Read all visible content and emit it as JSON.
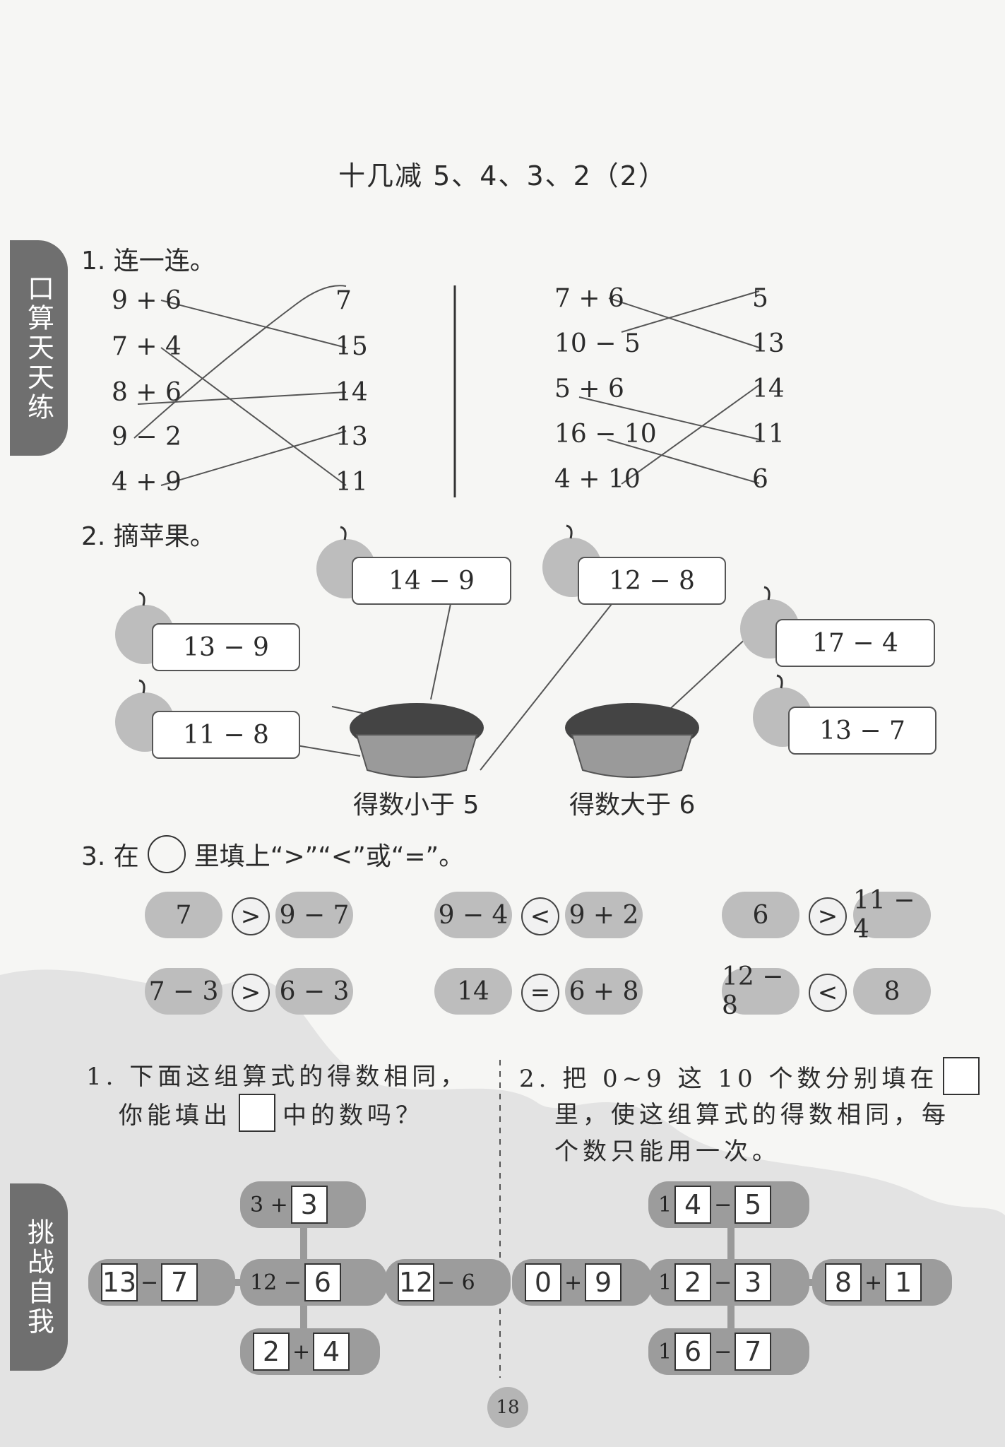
{
  "title": "十几减 5、4、3、2（2）",
  "side_tabs": [
    "口算天天练",
    "挑战自我"
  ],
  "q1": {
    "heading": "1. 连一连。",
    "left_exprs": [
      "9 + 6",
      "7 + 4",
      "8 + 6",
      "9 − 2",
      "4 + 9"
    ],
    "left_answers": [
      "7",
      "15",
      "14",
      "13",
      "11"
    ],
    "right_exprs": [
      "7 + 6",
      "10 − 5",
      "5 + 6",
      "16 − 10",
      "4 + 10"
    ],
    "right_answers": [
      "5",
      "13",
      "14",
      "11",
      "6"
    ]
  },
  "q2": {
    "heading": "2. 摘苹果。",
    "apples": [
      "14 − 9",
      "12 − 8",
      "13 − 9",
      "11 − 8",
      "17 − 4",
      "13 − 7"
    ],
    "baskets": [
      "得数小于 5",
      "得数大于 6"
    ]
  },
  "q3": {
    "heading_pre": "3. 在",
    "heading_post": "里填上“>”“<”或“=”。",
    "rows": [
      [
        {
          "left": "7",
          "sign": ">",
          "right": "9 − 7"
        },
        {
          "left": "9 − 4",
          "sign": "<",
          "right": "9 + 2"
        },
        {
          "left": "6",
          "sign": ">",
          "right": "11 − 4"
        }
      ],
      [
        {
          "left": "7 − 3",
          "sign": ">",
          "right": "6 − 3"
        },
        {
          "left": "14",
          "sign": "=",
          "right": "6 + 8"
        },
        {
          "left": "12 − 8",
          "sign": "<",
          "right": "8"
        }
      ]
    ]
  },
  "challenge1": {
    "line1": "1. 下面这组算式的得数相同，",
    "line2_pre": "你能填出",
    "line2_post": "中的数吗？",
    "puzzle": {
      "top": {
        "prefix": "3 +",
        "boxes": [
          "3"
        ]
      },
      "left": {
        "boxes": [
          "13",
          "7"
        ],
        "mid": "−"
      },
      "center": {
        "prefix": "12 −",
        "boxes": [
          "6"
        ]
      },
      "right": {
        "boxes": [
          "12"
        ],
        "suffix": "− 6"
      },
      "bottom": {
        "boxes": [
          "2",
          "4"
        ],
        "mid": "+"
      }
    }
  },
  "challenge2": {
    "line1": "2. 把 0~9 这 10 个数分别填在",
    "line2": "里，使这组算式的得数相同，每",
    "line3": "个数只能用一次。",
    "puzzle": {
      "top": {
        "prefix": "1",
        "boxes": [
          "4",
          "5"
        ],
        "mid": "−"
      },
      "left": {
        "boxes": [
          "0",
          "9"
        ],
        "mid": "+"
      },
      "center": {
        "prefix": "1",
        "boxes": [
          "2",
          "3"
        ],
        "mid": "−"
      },
      "right": {
        "boxes": [
          "8",
          "1"
        ],
        "mid": "+"
      },
      "bottom": {
        "prefix": "1",
        "boxes": [
          "6",
          "7"
        ],
        "mid": "−"
      }
    }
  },
  "page_number": "18"
}
